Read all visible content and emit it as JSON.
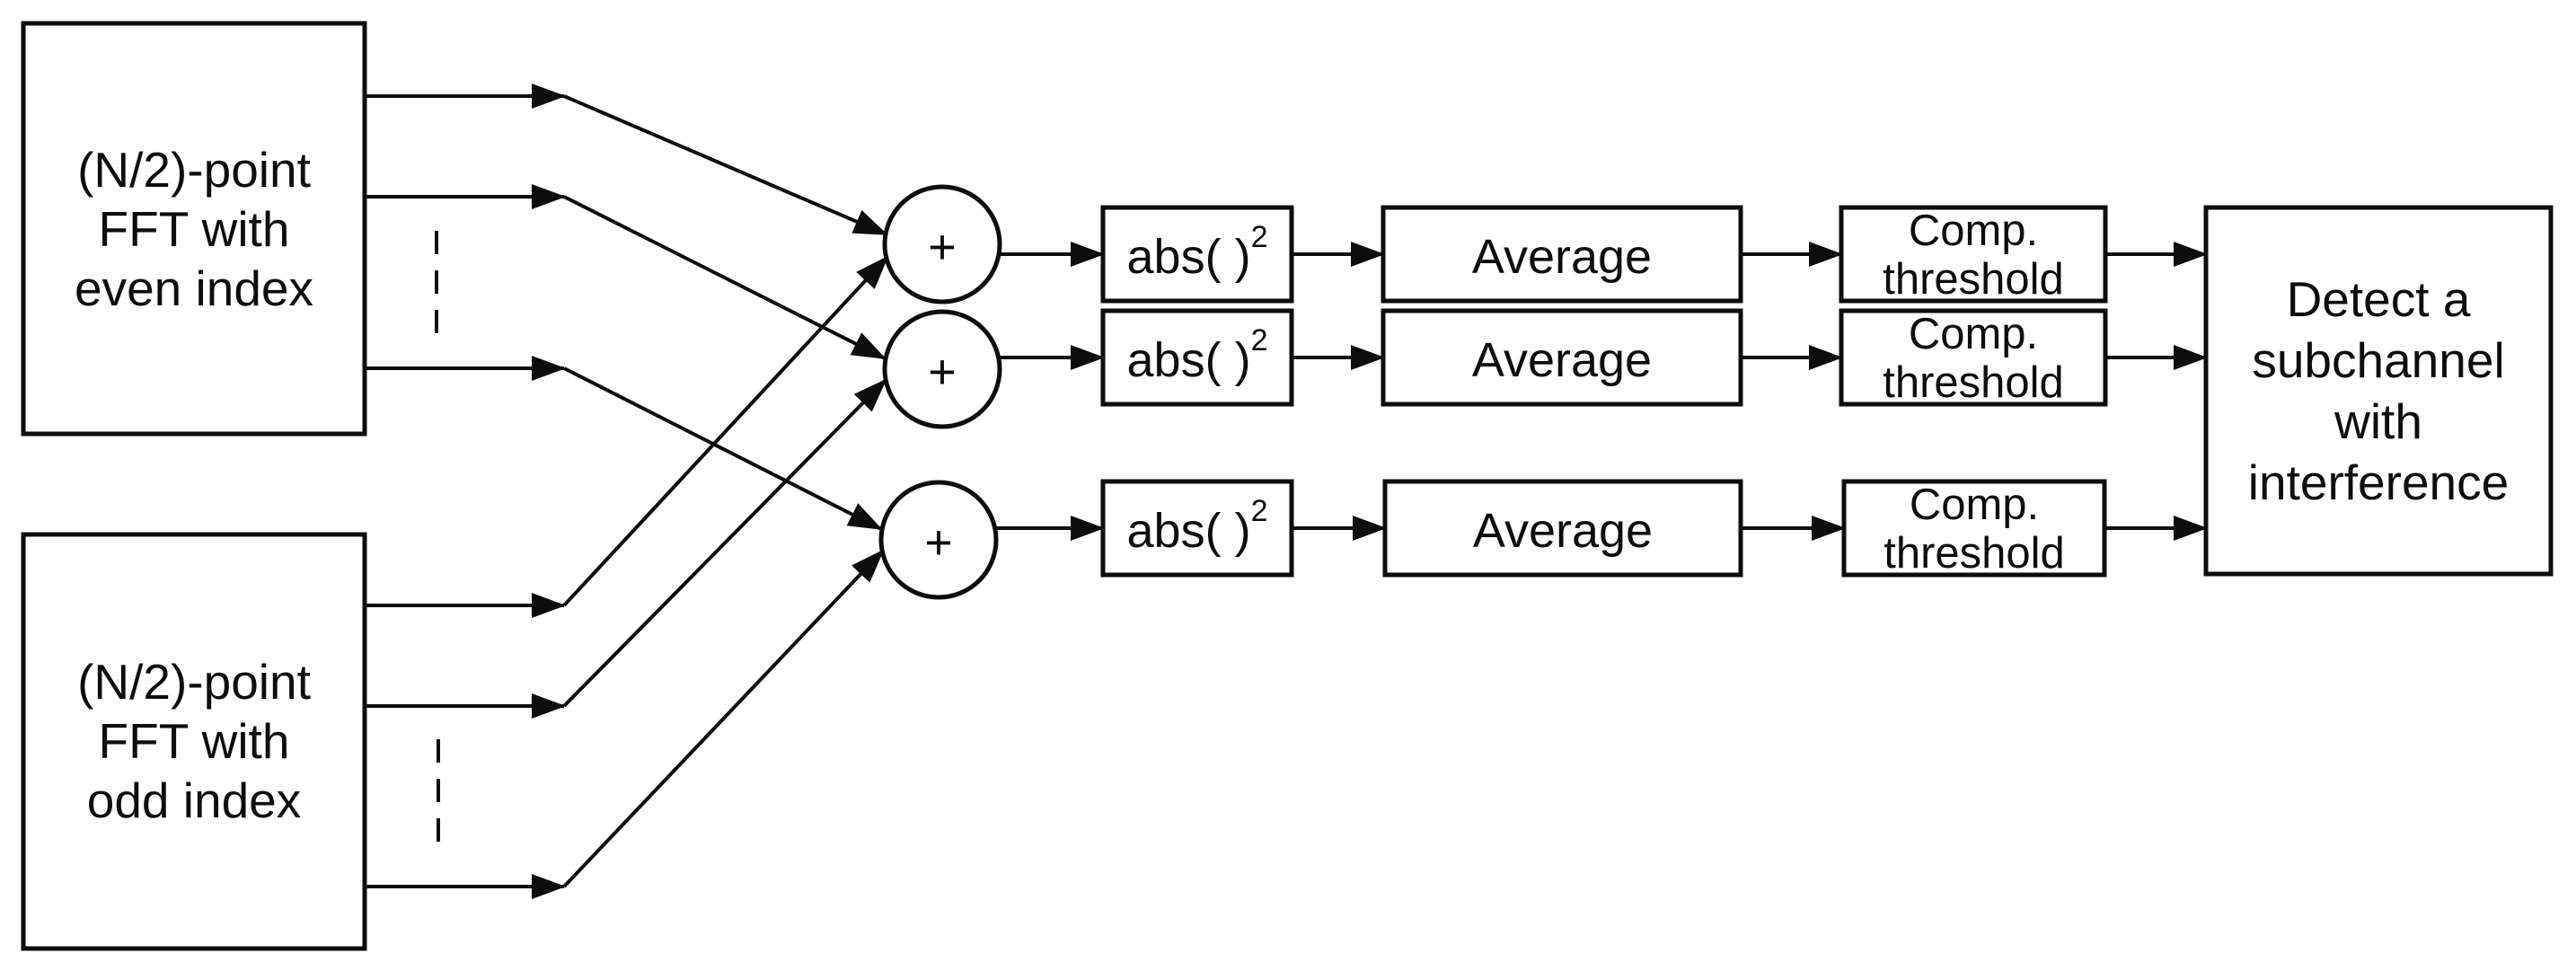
{
  "diagram_type": "block-diagram",
  "colors": {
    "background": "#ffffff",
    "stroke": "#0d0d0d",
    "text": "#0d0d0d"
  },
  "blocks": {
    "even_fft": {
      "line1": "(N/2)-point",
      "line2": "FFT with",
      "line3": "even index"
    },
    "odd_fft": {
      "line1": "(N/2)-point",
      "line2": "FFT with",
      "line3": "odd index"
    },
    "detect": {
      "line1": "Detect a",
      "line2": "subchannel",
      "line3": "with",
      "line4": "interference"
    }
  },
  "rows": [
    {
      "adder": "+",
      "abs_base": "abs( )",
      "abs_sup": "2",
      "average": "Average",
      "comp_line1": "Comp.",
      "comp_line2": "threshold"
    },
    {
      "adder": "+",
      "abs_base": "abs( )",
      "abs_sup": "2",
      "average": "Average",
      "comp_line1": "Comp.",
      "comp_line2": "threshold"
    },
    {
      "adder": "+",
      "abs_base": "abs( )",
      "abs_sup": "2",
      "average": "Average",
      "comp_line1": "Comp.",
      "comp_line2": "threshold"
    }
  ]
}
